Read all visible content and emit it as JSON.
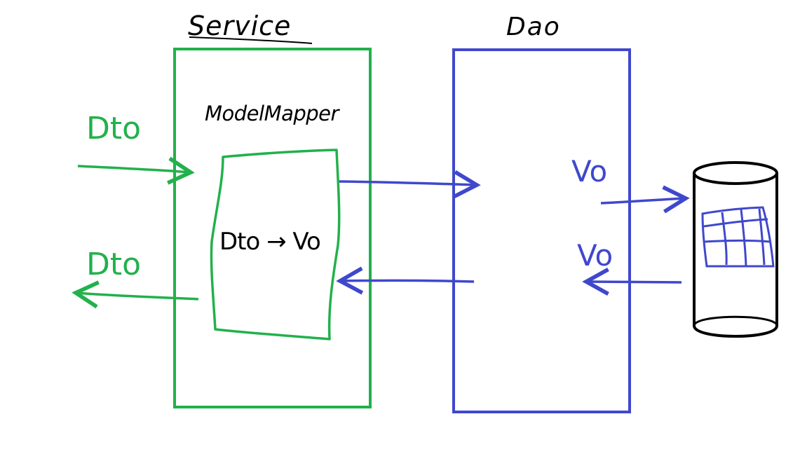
{
  "diagram": {
    "colors": {
      "service": "#22b14c",
      "dao": "#3f48cc",
      "ink": "#000000",
      "background": "#ffffff"
    },
    "service": {
      "title": "Service",
      "mapper_label": "ModelMapper",
      "conversion_label": "Dto → Vo",
      "incoming_label": "Dto",
      "outgoing_label": "Dto"
    },
    "dao": {
      "title": "Dao",
      "to_db_label": "Vo",
      "from_db_label": "Vo"
    },
    "database": {
      "icon": "database-cylinder-icon"
    }
  }
}
